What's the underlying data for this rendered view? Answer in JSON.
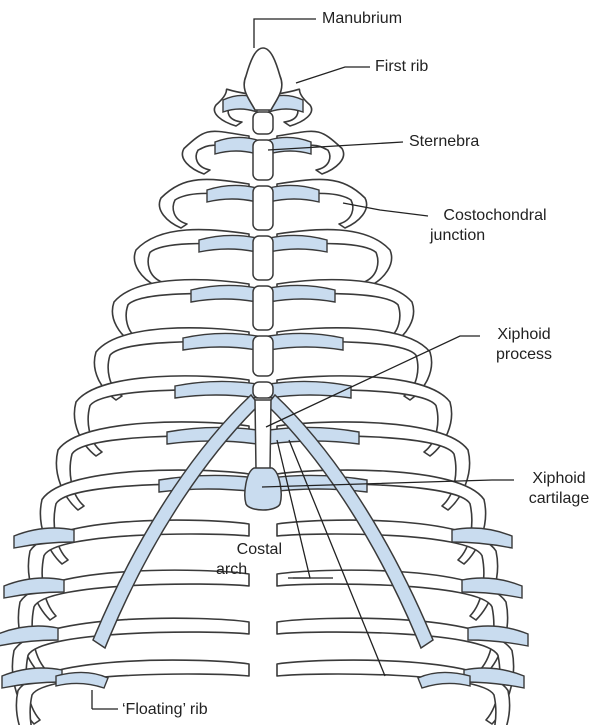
{
  "colors": {
    "outline": "#3a3a3a",
    "cartilage": "#c9dcef",
    "bone": "#ffffff",
    "leader": "#222222"
  },
  "labels": {
    "manubrium": "Manubrium",
    "first_rib": "First rib",
    "sternebra": "Sternebra",
    "costochondral_line1": "Costochondral",
    "costochondral_line2": "junction",
    "xiphoid_process_line1": "Xiphoid",
    "xiphoid_process_line2": "process",
    "xiphoid_cartilage_line1": "Xiphoid",
    "xiphoid_cartilage_line2": "cartilage",
    "costal_arch_line1": "Costal",
    "costal_arch_line2": "arch",
    "floating_rib": "‘Floating’ rib"
  }
}
